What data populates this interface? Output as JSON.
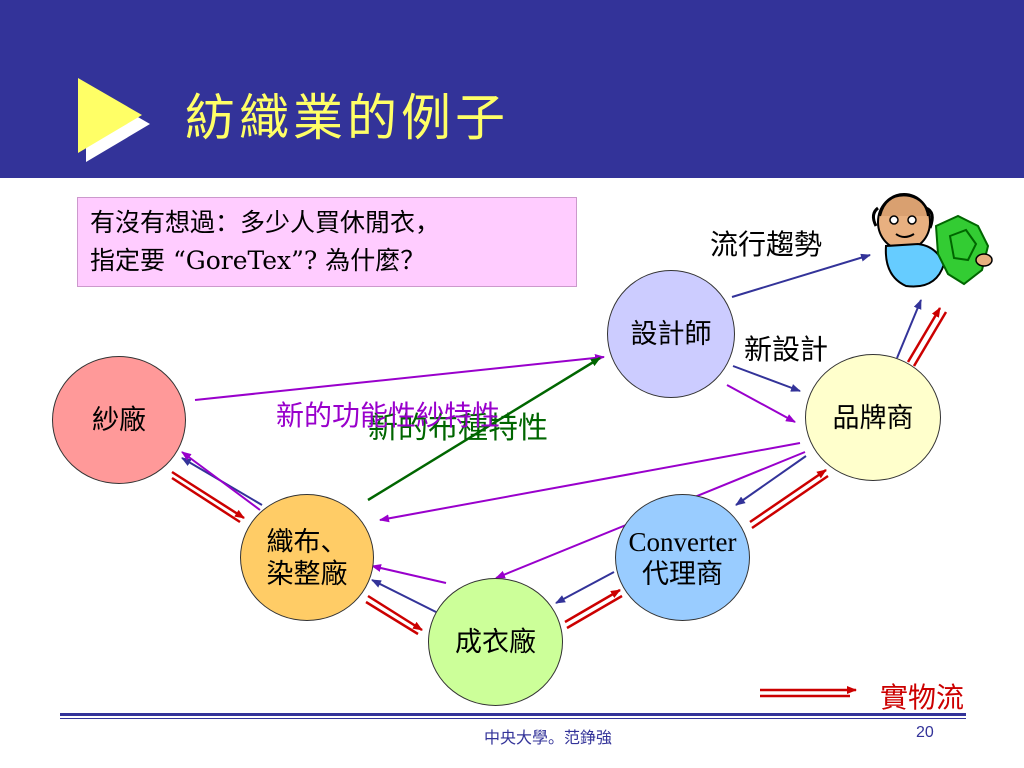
{
  "slide": {
    "title": "紡織業的例子",
    "question_line1": "有沒有想過：多少人買休閒衣，",
    "question_line2": "指定要 “GoreTex”? 為什麼？"
  },
  "nodes": {
    "yarn": "紗廠",
    "weaving_line1": "織布、",
    "weaving_line2": "染整廠",
    "garment": "成衣廠",
    "converter_line1": "Converter",
    "converter_line2": "代理商",
    "designer": "設計師",
    "brand": "品牌商"
  },
  "labels": {
    "trend": "流行趨勢",
    "new_design": "新設計",
    "new_yarn": "新的功能性紗特性",
    "new_fabric": "新的布種特性",
    "legend_physical_flow": "實物流"
  },
  "colors": {
    "header": "#333399",
    "title": "#ffff66",
    "question_bg": "#ffccff",
    "node_yarn": "#ff9999",
    "node_weaving": "#ffcc66",
    "node_garment": "#ccff99",
    "node_converter": "#99ccff",
    "node_designer": "#ccccff",
    "node_brand": "#ffffcc",
    "arrow_physical": "#cc0000",
    "arrow_info": "#333399",
    "arrow_purple": "#9900cc",
    "arrow_green": "#006600"
  },
  "footer": {
    "text": "中央大學。范錚強",
    "page": "20"
  }
}
